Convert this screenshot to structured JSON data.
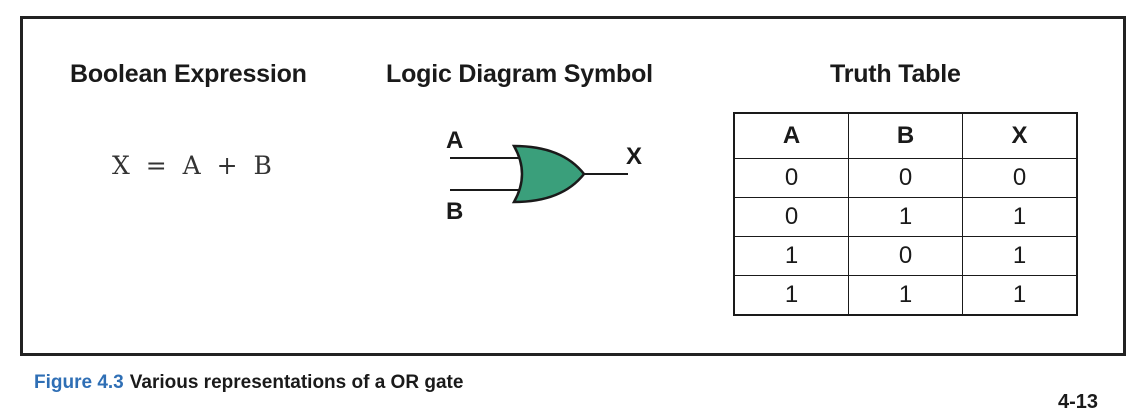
{
  "headings": {
    "boolean": "Boolean Expression",
    "logic": "Logic Diagram Symbol",
    "truth": "Truth Table"
  },
  "expression": "X = A + B",
  "gate": {
    "type": "OR",
    "input_a": "A",
    "input_b": "B",
    "output": "X",
    "fill_color": "#3a9f7b",
    "stroke_color": "#1a1a1a"
  },
  "truth_table": {
    "headers": [
      "A",
      "B",
      "X"
    ],
    "rows": [
      [
        "0",
        "0",
        "0"
      ],
      [
        "0",
        "1",
        "1"
      ],
      [
        "1",
        "0",
        "1"
      ],
      [
        "1",
        "1",
        "1"
      ]
    ]
  },
  "caption": {
    "label": "Figure 4.3",
    "text": "Various representations of a OR gate"
  },
  "page_number": "4-13"
}
